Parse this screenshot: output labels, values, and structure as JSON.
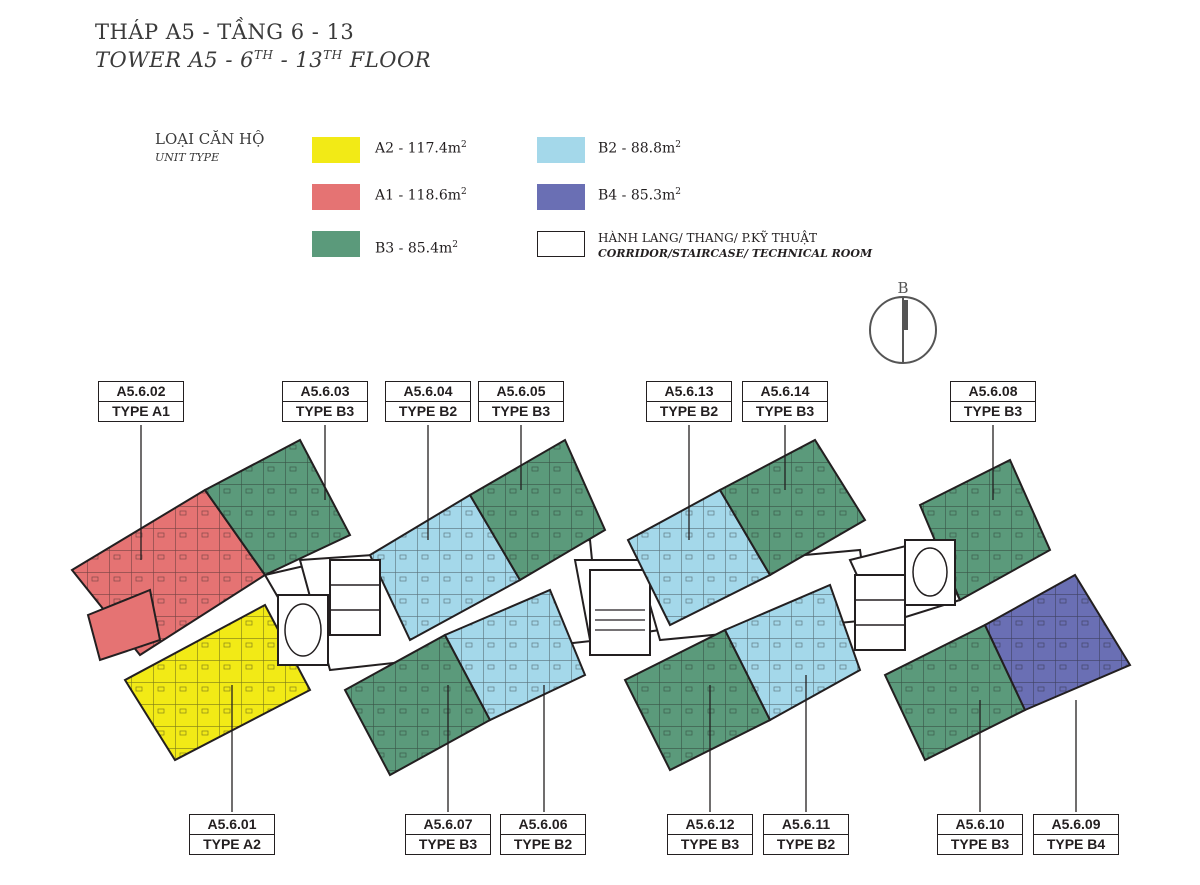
{
  "title": {
    "line1": "THÁP A5 - TẦNG 6 - 13",
    "line2_a": "TOWER A5 - 6",
    "line2_sup1": "TH",
    "line2_b": " - 13",
    "line2_sup2": "TH",
    "line2_c": " FLOOR"
  },
  "legend": {
    "title_vi": "LOẠI CĂN HỘ",
    "title_en": "UNIT TYPE",
    "items": [
      {
        "label": "A2 - 117.4m",
        "sup": "2",
        "color": "#f2ea16"
      },
      {
        "label": "A1 - 118.6m",
        "sup": "2",
        "color": "#e57373"
      },
      {
        "label": "B3 - 85.4m",
        "sup": "2",
        "color": "#5b9a7b"
      },
      {
        "label": "B2 - 88.8m",
        "sup": "2",
        "color": "#a4d8ea"
      },
      {
        "label": "B4 - 85.3m",
        "sup": "2",
        "color": "#6a6fb4"
      },
      {
        "label": "HÀNH LANG/ THANG/ P.KỸ THUẬT",
        "sub": "CORRIDOR/STAIRCASE/ TECHNICAL ROOM",
        "color": "#ffffff"
      }
    ]
  },
  "compass": {
    "label": "B"
  },
  "units": [
    {
      "code": "A5.6.02",
      "type": "TYPE A1"
    },
    {
      "code": "A5.6.03",
      "type": "TYPE B3"
    },
    {
      "code": "A5.6.04",
      "type": "TYPE B2"
    },
    {
      "code": "A5.6.05",
      "type": "TYPE B3"
    },
    {
      "code": "A5.6.13",
      "type": "TYPE B2"
    },
    {
      "code": "A5.6.14",
      "type": "TYPE B3"
    },
    {
      "code": "A5.6.08",
      "type": "TYPE B3"
    },
    {
      "code": "A5.6.01",
      "type": "TYPE A2"
    },
    {
      "code": "A5.6.07",
      "type": "TYPE B3"
    },
    {
      "code": "A5.6.06",
      "type": "TYPE B2"
    },
    {
      "code": "A5.6.12",
      "type": "TYPE B3"
    },
    {
      "code": "A5.6.11",
      "type": "TYPE B2"
    },
    {
      "code": "A5.6.10",
      "type": "TYPE B3"
    },
    {
      "code": "A5.6.09",
      "type": "TYPE B4"
    }
  ]
}
